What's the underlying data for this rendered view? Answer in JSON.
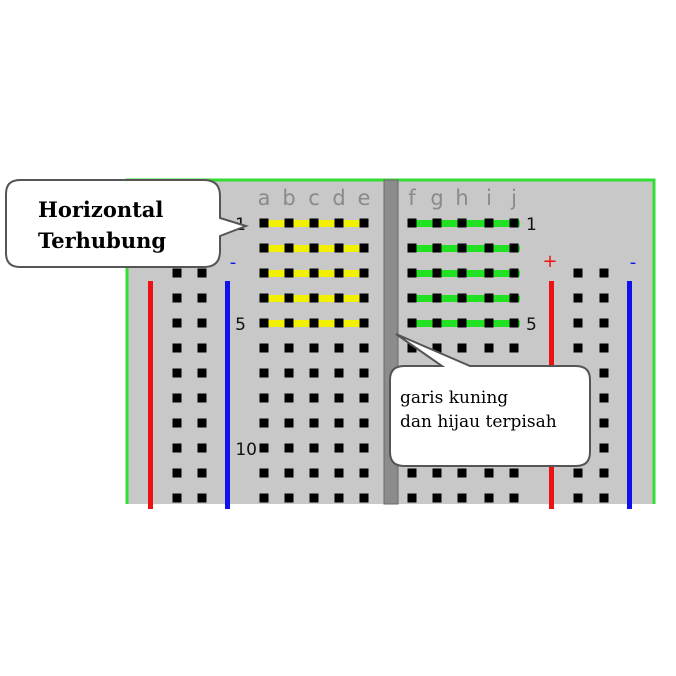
{
  "colors": {
    "background": "#ffffff",
    "board": "#c8c8c8",
    "board_border": "#33dd33",
    "divider": "#8c8c8c",
    "hole": "#000000",
    "yellow_strip": "#f0f000",
    "green_strip": "#22e022",
    "rail_red": "#ee1111",
    "rail_blue": "#1111ee",
    "column_letter": "#8a8a8a",
    "row_number": "#111111"
  },
  "breadboard": {
    "columns_left": [
      "a",
      "b",
      "c",
      "d",
      "e"
    ],
    "columns_right": [
      "f",
      "g",
      "h",
      "i",
      "j"
    ],
    "row_numbers_left": [
      {
        "row": 1,
        "label": "1"
      },
      {
        "row": 5,
        "label": "5"
      },
      {
        "row": 10,
        "label": "10"
      }
    ],
    "row_numbers_right": [
      {
        "row": 1,
        "label": "1"
      },
      {
        "row": 5,
        "label": "5"
      }
    ],
    "rows_visible": 12,
    "highlighted_rows": [
      1,
      2,
      3,
      4,
      5
    ],
    "left_rail": {
      "plus_label": "+",
      "minus_label": "-"
    },
    "right_rail": {
      "plus_label": "+",
      "minus_label": "-"
    }
  },
  "callouts": {
    "horizontal": {
      "line1": "Horizontal",
      "line2": "Terhubung"
    },
    "separated": {
      "line1": "garis kuning",
      "line2": "dan hijau terpisah"
    }
  }
}
